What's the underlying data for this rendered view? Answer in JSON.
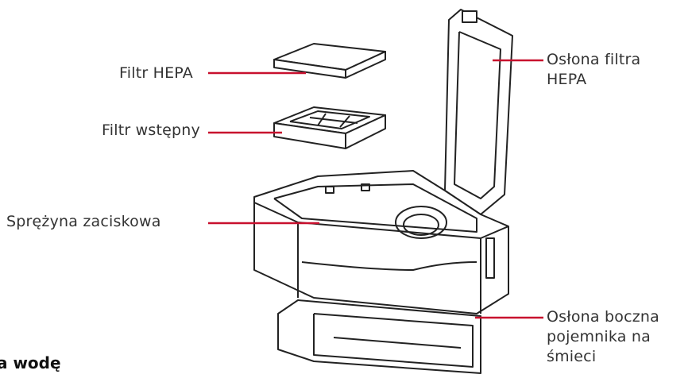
{
  "labels": {
    "hepa_filter": "Filtr HEPA",
    "pre_filter": "Filtr wstępny",
    "clamp_spring": "Sprężyna zaciskowa",
    "hepa_cover_line1": "Osłona filtra",
    "hepa_cover_line2": "HEPA",
    "side_cover_line1": "Osłona boczna",
    "side_cover_line2": "pojemnika na",
    "side_cover_line3": "śmieci",
    "cut_text": "a wodę"
  },
  "colors": {
    "leader_line": "#c8102e",
    "outline": "#222222"
  }
}
